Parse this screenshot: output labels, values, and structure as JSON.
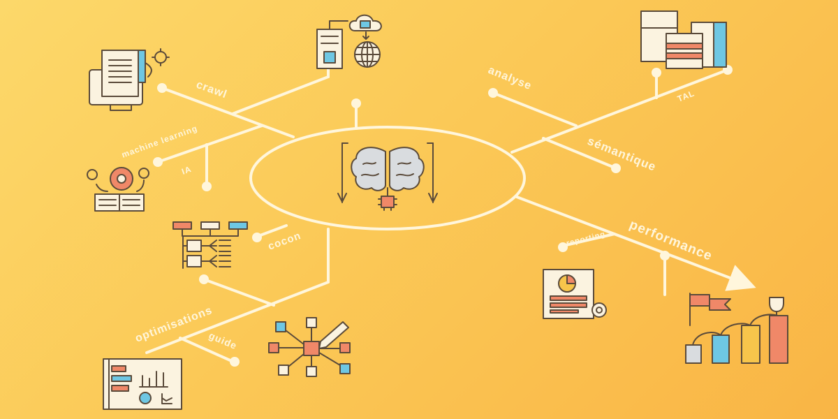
{
  "labels": {
    "crawl": "crawl",
    "machine_learning": "machine learning",
    "ia": "IA",
    "cocon": "cocon",
    "optimisations": "optimisations",
    "guide": "guide",
    "analyse": "analyse",
    "tal": "TAL",
    "semantique": "sémantique",
    "performance": "performance",
    "reporting": "reporting"
  },
  "icons": [
    "document-printer-gear-icon",
    "server-cloud-globe-icon",
    "gears-book-icon",
    "flowchart-icon",
    "dashboard-icon",
    "network-cube-pencil-icon",
    "buildings-icon",
    "brain-chip-icon",
    "report-gear-icon",
    "bar-chart-flag-trophy-icon"
  ],
  "colors": {
    "background": "#fbc957",
    "lines": "#fff6dc",
    "accent_red": "#f08868",
    "accent_blue": "#6ec7e3",
    "outline": "#5a4a3a"
  }
}
